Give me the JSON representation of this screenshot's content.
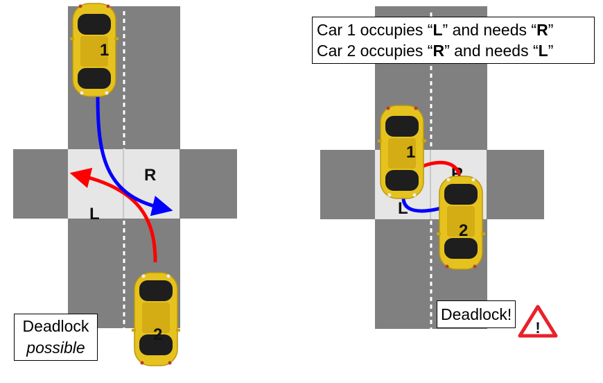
{
  "left_panel": {
    "region_r": "R",
    "region_l": "L",
    "car1_label": "1",
    "car2_label": "2",
    "caption_line1": "Deadlock",
    "caption_line2": "possible"
  },
  "right_panel": {
    "statement": {
      "line1": {
        "a": "Car 1 occupies “",
        "b": "L",
        "c": "” and needs “",
        "d": "R",
        "e": "”"
      },
      "line2": {
        "a": "Car 2 occupies “",
        "b": "R",
        "c": "” and needs “",
        "d": "L",
        "e": "”"
      }
    },
    "region_r": "R",
    "region_l": "L",
    "car1_label": "1",
    "car2_label": "2",
    "caption": "Deadlock!",
    "warning_icon": "warning-triangle-icon"
  },
  "colors": {
    "road": "#808080",
    "intersection": "#e6e6e6",
    "car": "#e6c21e",
    "car1_path": "#0000ff",
    "car2_path": "#ff0000",
    "warning": "#e8222a"
  }
}
